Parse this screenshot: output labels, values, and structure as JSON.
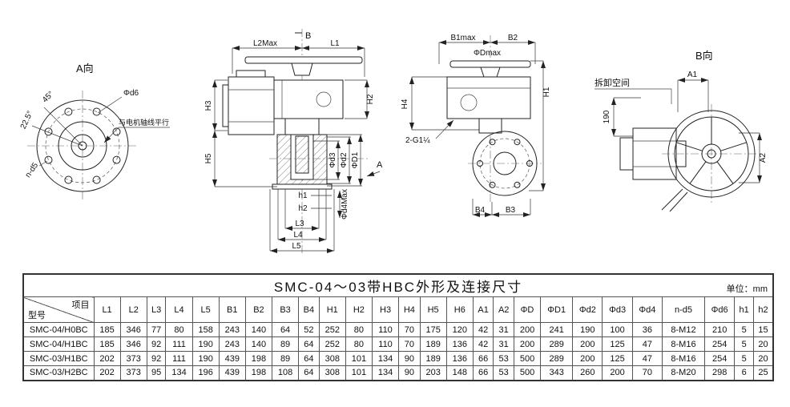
{
  "page": {
    "background": "#ffffff",
    "line_color": "#222222"
  },
  "drawing": {
    "view_a": {
      "title": "A向",
      "angle_45": "45°",
      "angle_225": "22.5°",
      "phi_d6": "Φd6",
      "note_parallel": "与电机轴线平行",
      "n_d5": "n-d5"
    },
    "front_view": {
      "section_b": "B",
      "l2max": "L2Max",
      "l1": "L1",
      "h3": "H3",
      "h5": "H5",
      "h2": "H2",
      "phi_d3": "Φd3",
      "phi_d2": "Φd2",
      "phi_D1": "ΦD1",
      "h1_small": "h1",
      "h2_small": "h2",
      "phi_d4max": "Φd4Max",
      "l3": "L3",
      "l4": "L4",
      "l5": "L5",
      "section_a": "A"
    },
    "side_view": {
      "b1max": "B1max",
      "b2": "B2",
      "phi_dmax": "ΦDmax",
      "h1": "H1",
      "h4": "H4",
      "thread": "2-G1¼",
      "b4": "B4",
      "b3": "B3"
    },
    "view_b": {
      "title": "B向",
      "space_note": "拆卸空间",
      "dim_190": "190",
      "a1": "A1",
      "a2": "A2"
    }
  },
  "table": {
    "title": "SMC-04～03带HBC外形及连接尺寸",
    "unit": "单位：mm",
    "corner_top": "项目",
    "corner_bottom": "型号",
    "columns": [
      "L1",
      "L2",
      "L3",
      "L4",
      "L5",
      "B1",
      "B2",
      "B3",
      "B4",
      "H1",
      "H2",
      "H3",
      "H4",
      "H5",
      "H6",
      "A1",
      "A2",
      "ΦD",
      "ΦD1",
      "Φd2",
      "Φd3",
      "Φd4",
      "n-d5",
      "Φd6",
      "h1",
      "h2"
    ],
    "rows": [
      {
        "model": "SMC-04/H0BC",
        "values": [
          "185",
          "346",
          "77",
          "80",
          "158",
          "243",
          "140",
          "64",
          "52",
          "252",
          "80",
          "110",
          "70",
          "175",
          "120",
          "42",
          "31",
          "200",
          "241",
          "190",
          "100",
          "36",
          "8-M12",
          "210",
          "5",
          "15"
        ]
      },
      {
        "model": "SMC-04/H1BC",
        "values": [
          "185",
          "346",
          "92",
          "111",
          "190",
          "243",
          "140",
          "89",
          "64",
          "252",
          "80",
          "110",
          "70",
          "189",
          "136",
          "42",
          "31",
          "200",
          "289",
          "200",
          "125",
          "47",
          "8-M16",
          "254",
          "5",
          "20"
        ]
      },
      {
        "model": "SMC-03/H1BC",
        "values": [
          "202",
          "373",
          "92",
          "111",
          "190",
          "439",
          "198",
          "89",
          "64",
          "308",
          "101",
          "134",
          "90",
          "189",
          "136",
          "66",
          "53",
          "500",
          "289",
          "200",
          "125",
          "47",
          "8-M16",
          "254",
          "5",
          "20"
        ]
      },
      {
        "model": "SMC-03/H2BC",
        "values": [
          "202",
          "373",
          "95",
          "134",
          "196",
          "439",
          "198",
          "108",
          "64",
          "308",
          "101",
          "134",
          "90",
          "203",
          "148",
          "66",
          "53",
          "500",
          "343",
          "260",
          "200",
          "70",
          "8-M20",
          "298",
          "6",
          "25"
        ]
      }
    ]
  }
}
